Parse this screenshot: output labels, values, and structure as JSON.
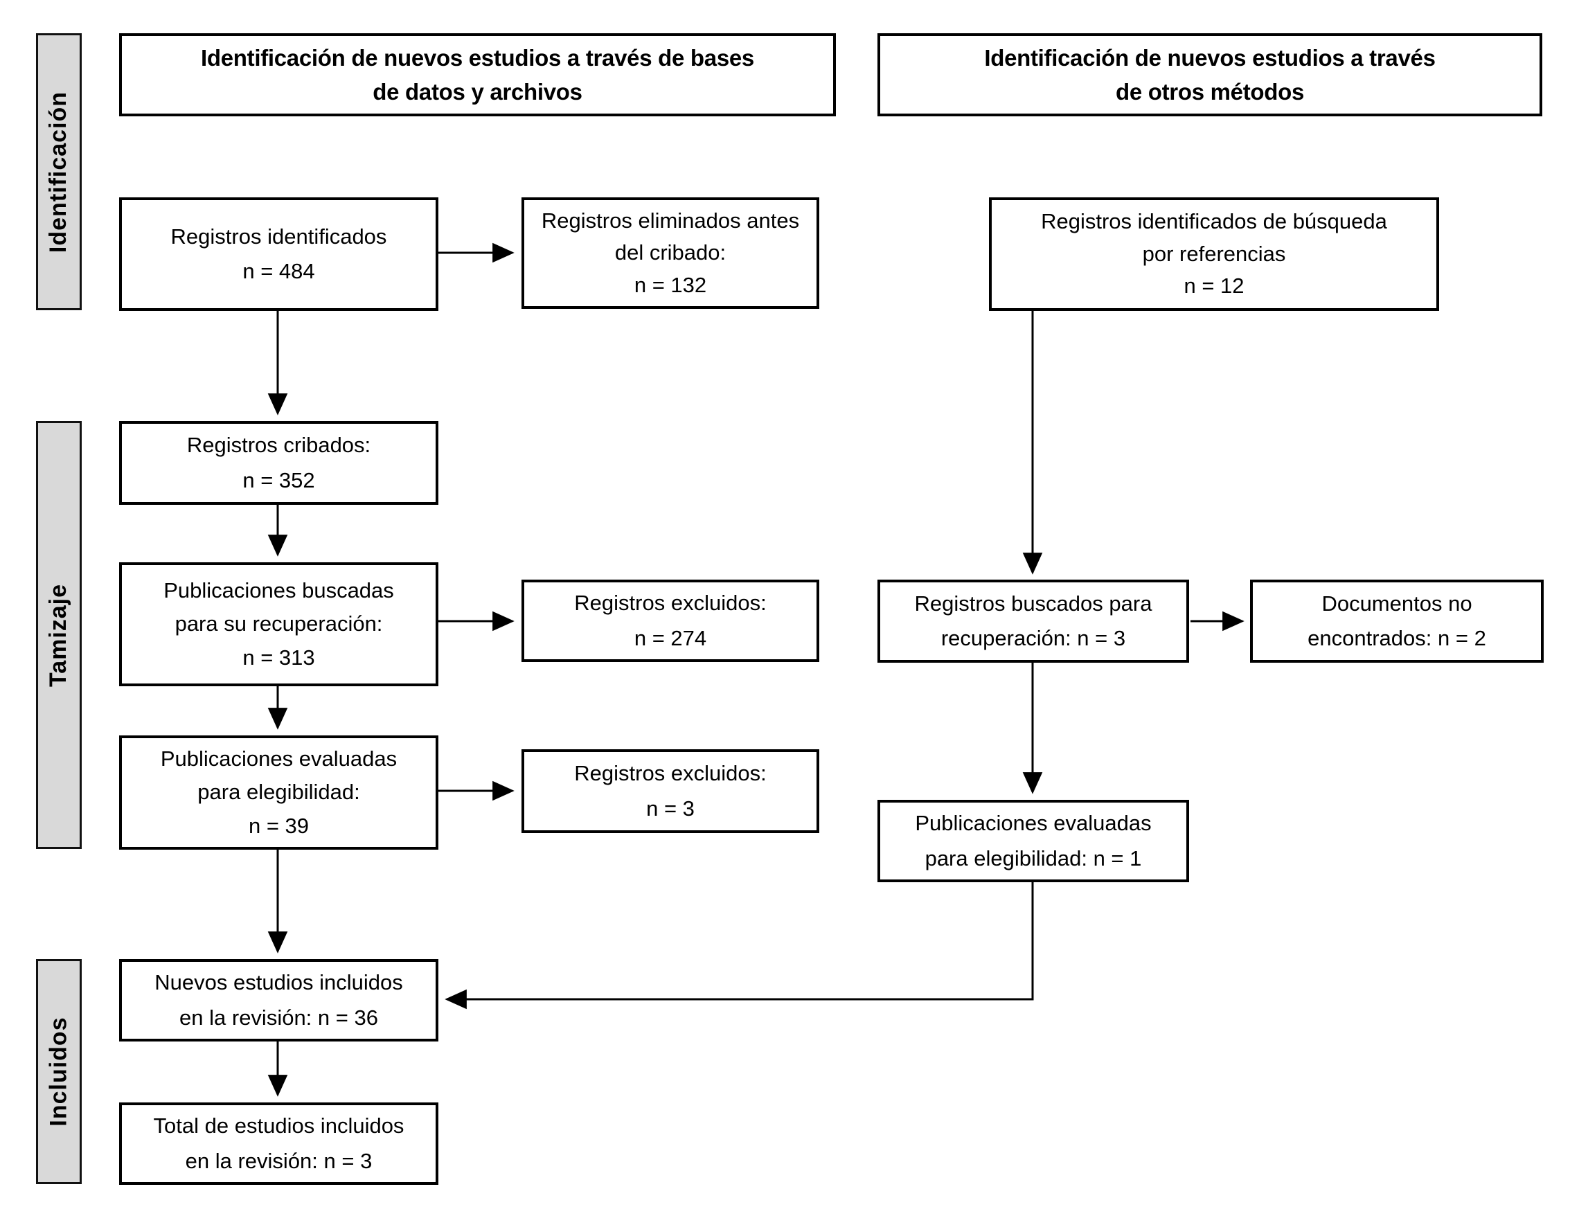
{
  "stages": [
    {
      "label": "Identificación"
    },
    {
      "label": "Tamizaje"
    },
    {
      "label": "Incluidos"
    }
  ],
  "headers": [
    {
      "lines": [
        "Identificación de nuevos estudios a través de bases",
        "de datos y archivos"
      ]
    },
    {
      "lines": [
        "Identificación de nuevos estudios a través",
        "de otros métodos"
      ]
    }
  ],
  "boxes": {
    "records_identified": {
      "lines": [
        "Registros identificados",
        "n = 484"
      ]
    },
    "records_removed": {
      "lines": [
        "Registros eliminados antes",
        "del cribado:",
        "n = 132"
      ]
    },
    "records_identified_refs": {
      "lines": [
        "Registros identificados de búsqueda",
        "por referencias",
        "n = 12"
      ]
    },
    "records_screened": {
      "lines": [
        "Registros cribados:",
        "n = 352"
      ]
    },
    "pubs_sought": {
      "lines": [
        "Publicaciones buscadas",
        "para su recuperación:",
        "n = 313"
      ]
    },
    "records_excluded_1": {
      "lines": [
        "Registros excluidos:",
        "n = 274"
      ]
    },
    "records_sought_refs": {
      "lines": [
        "Registros buscados para",
        "recuperación: n = 3"
      ]
    },
    "docs_not_found": {
      "lines": [
        "Documentos no",
        "encontrados: n = 2"
      ]
    },
    "pubs_assessed": {
      "lines": [
        "Publicaciones evaluadas",
        "para elegibilidad:",
        "n = 39"
      ]
    },
    "records_excluded_2": {
      "lines": [
        "Registros excluidos:",
        "n = 3"
      ]
    },
    "pubs_assessed_refs": {
      "lines": [
        "Publicaciones evaluadas",
        "para elegibilidad: n = 1"
      ]
    },
    "new_studies_included": {
      "lines": [
        "Nuevos estudios incluidos",
        "en la revisión: n = 36"
      ]
    },
    "total_studies_included": {
      "lines": [
        "Total de estudios incluidos",
        "en la revisión: n = 3"
      ]
    }
  },
  "colors": {
    "bar_fill": "#d9d9d9",
    "line": "#000000",
    "background": "#ffffff"
  }
}
